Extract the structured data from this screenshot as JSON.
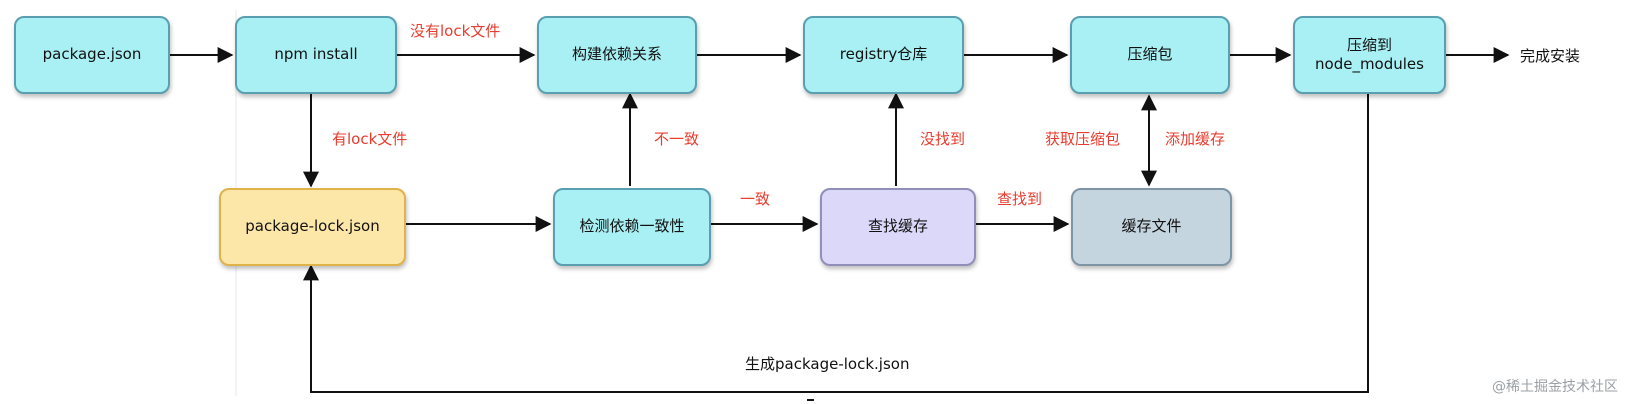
{
  "nodes": {
    "package_json": "package.json",
    "npm_install": "npm install",
    "build_deps": "构建依赖关系",
    "registry": "registry仓库",
    "compress_pkg": "压缩包",
    "to_node_modules": "压缩到\nnode_modules",
    "package_lock": "package-lock.json",
    "check_consistency": "检测依赖一致性",
    "find_cache": "查找缓存",
    "cache_file": "缓存文件"
  },
  "labels": {
    "no_lock": "没有lock文件",
    "has_lock": "有lock文件",
    "inconsistent": "不一致",
    "consistent": "一致",
    "not_found": "没找到",
    "found": "查找到",
    "get_pkg": "获取压缩包",
    "add_cache": "添加缓存",
    "install_done": "完成安装",
    "gen_lock": "生成package-lock.json"
  },
  "watermark": "@稀土掘金技术社区",
  "colors": {
    "edge": "#111111",
    "label_red": "#e83c2e",
    "cyan_fill": "#a8f0f3",
    "yellow_fill": "#fde7a8",
    "purple_fill": "#dcd8fa",
    "slate_fill": "#c5d5df"
  }
}
